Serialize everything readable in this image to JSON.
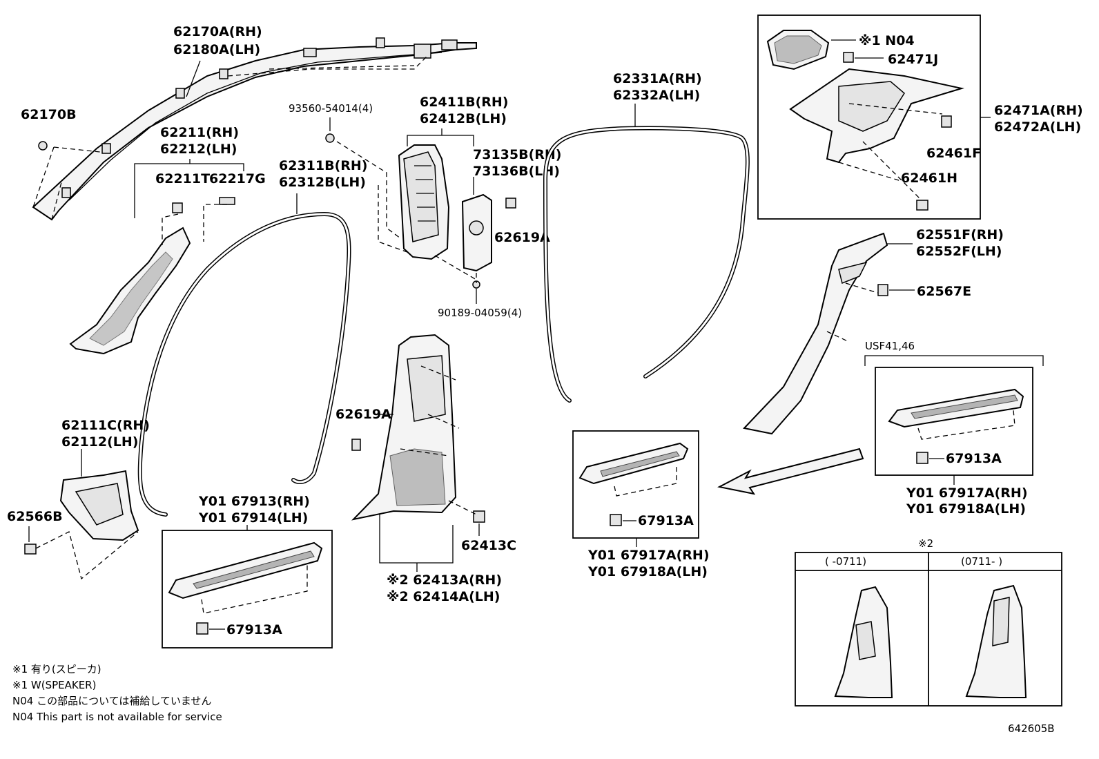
{
  "labels": {
    "a_62170A": "62170A(RH)",
    "a_62180A": "62180A(LH)",
    "a_62170B": "62170B",
    "a_62211": "62211(RH)",
    "a_62212": "62212(LH)",
    "a_62211T": "62211T",
    "a_62217G": "62217G",
    "a_93560": "93560-54014(4)",
    "a_62411B": "62411B(RH)",
    "a_62412B": "62412B(LH)",
    "a_73135B": "73135B(RH)",
    "a_73136B": "73136B(LH)",
    "a_62311B": "62311B(RH)",
    "a_62312B": "62312B(LH)",
    "a_62619A_1": "62619A",
    "a_90189": "90189-04059(4)",
    "a_62331A": "62331A(RH)",
    "a_62332A": "62332A(LH)",
    "a_N04": "※1 N04",
    "a_62471J": "62471J",
    "a_62471A": "62471A(RH)",
    "a_62472A": "62472A(LH)",
    "a_62461F": "62461F",
    "a_62461H": "62461H",
    "a_62551F": "62551F(RH)",
    "a_62552F": "62552F(LH)",
    "a_62567E": "62567E",
    "a_USF": "USF41,46",
    "a_62111C": "62111C(RH)",
    "a_62112": "62112(LH)",
    "a_62566B": "62566B",
    "a_62619A_2": "62619A",
    "a_62413C": "62413C",
    "a_62413A": "※2 62413A(RH)",
    "a_62414A": "※2 62414A(LH)",
    "a_Y01_67913": "Y01 67913(RH)",
    "a_Y01_67914": "Y01 67914(LH)",
    "a_67913A_1": "67913A",
    "a_67913A_2": "67913A",
    "a_67913A_3": "67913A",
    "a_Y01_67917A_1": "Y01 67917A(RH)",
    "a_Y01_67918A_1": "Y01 67918A(LH)",
    "a_Y01_67917A_2": "Y01 67917A(RH)",
    "a_Y01_67918A_2": "Y01 67918A(LH)",
    "a_ref2": "※2",
    "a_range1": "(     -0711)",
    "a_range2": "(0711-     )"
  },
  "notes": {
    "line1": "※1 有り(スピーカ)",
    "line2": "※1 W(SPEAKER)",
    "line3": "N04 この部品については補給していません",
    "line4": "N04 This part is not available for service"
  },
  "diagram_code": "642605B"
}
